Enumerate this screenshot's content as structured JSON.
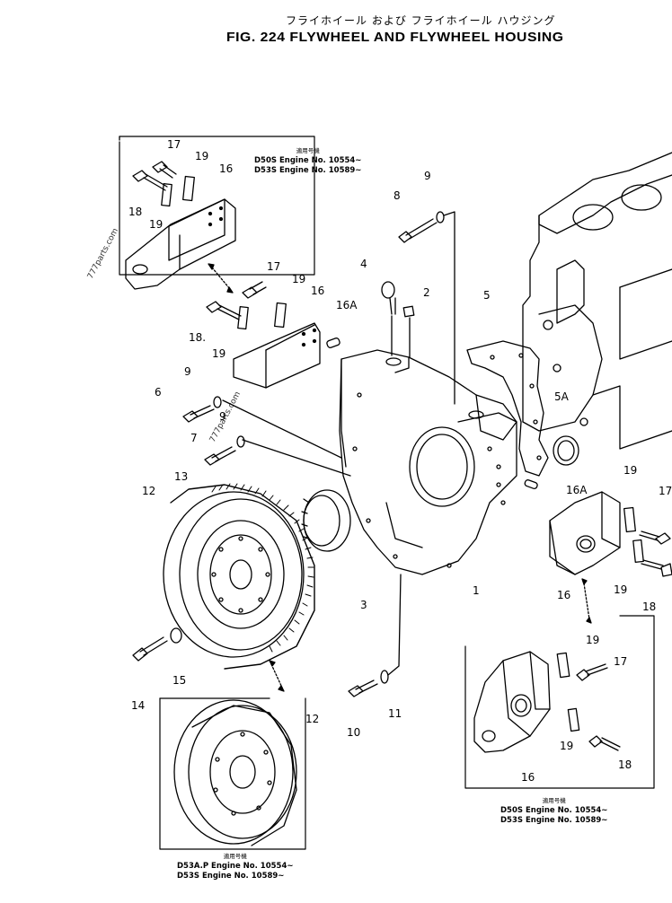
{
  "title_jp": "フライホイール および フライホイール ハウジング",
  "title_en": "FIG. 224 FLYWHEEL AND FLYWHEEL HOUSING",
  "watermarks": [
    "777parts.com",
    "777parts.com"
  ],
  "notes": {
    "top_left": {
      "header": "適用号機",
      "line1": "D50S Engine No. 10554~",
      "line2": "D53S Engine No. 10589~"
    },
    "bottom_right": {
      "header": "適用号機",
      "line1": "D50S Engine No. 10554~",
      "line2": "D53S Engine No. 10589~"
    },
    "bottom_center": {
      "header": "適用号機",
      "line1": "D53A.P Engine No. 10554~",
      "line2": "D53S Engine No. 10589~"
    }
  },
  "callouts": {
    "c17a": "17",
    "c19a": "19",
    "c16a": "16",
    "c18a": "18",
    "c19b": "19",
    "c9a": "9",
    "c8": "8",
    "c4": "4",
    "c2": "2",
    "c5": "5",
    "c17b": "17",
    "c19c": "19",
    "c16b": "16",
    "c16Aa": "16A",
    "c18b": "18.",
    "c19d": "19",
    "c9b": "9",
    "c6": "6",
    "c9c": "9",
    "c7": "7",
    "c5A": "5A",
    "c16Ab": "16A",
    "c13": "13",
    "c12a": "12",
    "c3": "3",
    "c1": "1",
    "c19e": "19",
    "c17c": "17",
    "c16c": "16",
    "c19f": "19",
    "c18c": "18",
    "c15": "15",
    "c14": "14",
    "c10": "10",
    "c11": "11",
    "c12b": "12",
    "c19g": "19",
    "c17d": "17",
    "c19h": "19",
    "c16d": "16",
    "c18d": "18"
  }
}
